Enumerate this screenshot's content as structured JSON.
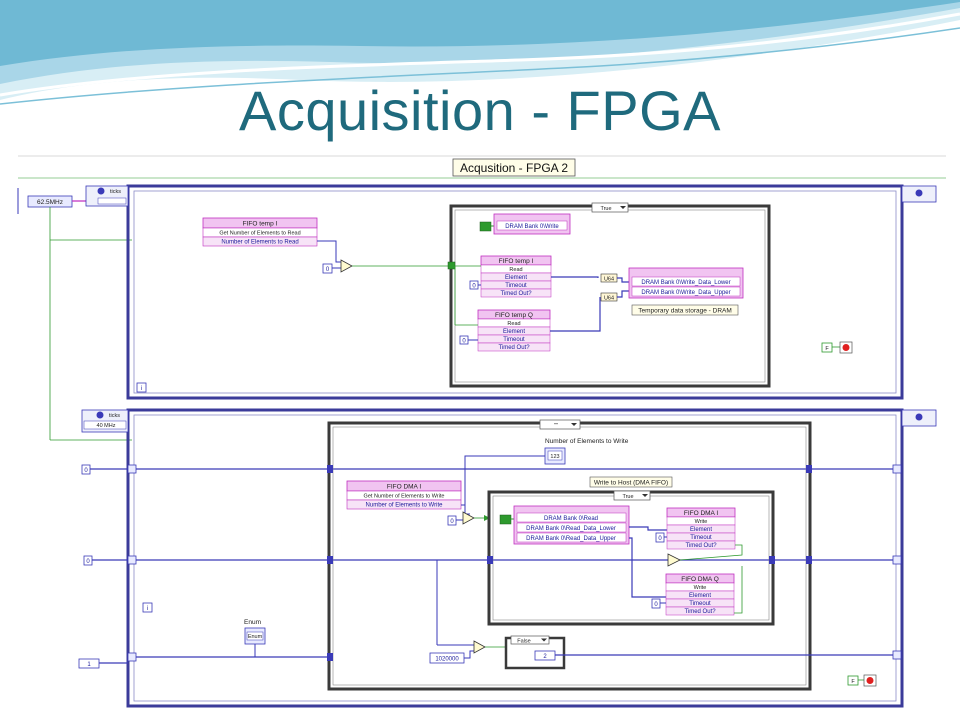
{
  "slide": {
    "title": "Acquisition - FPGA"
  },
  "diagram": {
    "main_label": "Acqusition - FPGA 2",
    "clock_rate": "62.5MHz",
    "ticks_label": "ticks",
    "top_loop": {
      "count_const": "0",
      "case_selector": "True",
      "fifo_temp_i": {
        "title": "FIFO temp I",
        "method": "Get Number of Elements to Read",
        "property": "Number of Elements to Read"
      },
      "dram_write": "DRAM Bank 0\\Write",
      "fifo_temp_i_read": {
        "title": "FIFO temp I",
        "rows": [
          "Read",
          "Element",
          "Timeout",
          "Timed Out?"
        ],
        "timeout_const": "0"
      },
      "fifo_temp_q_read": {
        "title": "FIFO temp Q",
        "rows": [
          "Read",
          "Element",
          "Timeout",
          "Timed Out?"
        ],
        "timeout_const": "0"
      },
      "dram_write_data": [
        "DRAM Bank 0\\Write_Data_Lower",
        "DRAM Bank 0\\Write_Data_Upper"
      ],
      "u64_label": "U64",
      "storage_caption": "Temporary data storage - DRAM",
      "bool_const": "F",
      "info_icon": "i"
    },
    "bottom_loop": {
      "ticks_label": "ticks",
      "clock_select": "40 MHz",
      "shift_const_a": "0",
      "shift_const_b": "0",
      "case_selector": "\"\"",
      "num_elements_label": "Number of Elements to Write",
      "num_indicator": "123",
      "fifo_dma_i": {
        "title": "FIFO DMA I",
        "method": "Get Number of Elements to Write",
        "property": "Number of Elements to Write"
      },
      "write_to_host_label": "Write to Host (DMA FIFO)",
      "inner_case_selector": "True",
      "dram_read": [
        "DRAM Bank 0\\Read",
        "DRAM Bank 0\\Read_Data_Lower",
        "DRAM Bank 0\\Read_Data_Upper"
      ],
      "fifo_dma_i_write": {
        "title": "FIFO DMA I",
        "rows": [
          "Write",
          "Element",
          "Timeout",
          "Timed Out?"
        ],
        "timeout_const": "0"
      },
      "fifo_dma_q_write": {
        "title": "FIFO DMA Q",
        "rows": [
          "Write",
          "Element",
          "Timeout",
          "Timed Out?"
        ],
        "timeout_const": "0"
      },
      "zero_const": "0",
      "enum_label": "Enum",
      "enum_value": "Enum",
      "enum_const_left": "1",
      "count_const": "1020000",
      "false_case": "False",
      "false_case_value": "2",
      "bool_const": "F",
      "info_icon": "i"
    }
  },
  "colors": {
    "title": "#1f6a7d",
    "wave_dark": "#5aa7c4",
    "wave_light": "#cfe9f2",
    "loop_border": "#3b3b9a",
    "fifo_pink": "#d64fd6",
    "wire_blue": "#3a3ab8",
    "wire_green": "#2e9a2e",
    "wire_pink": "#c030c0"
  }
}
